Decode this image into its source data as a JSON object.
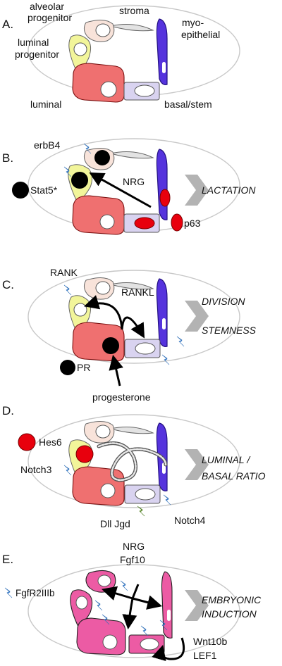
{
  "panels": {
    "a": {
      "letter": "A.",
      "labels": {
        "alveolar": "alveolar",
        "progenitor": "progenitor",
        "stroma": "stroma",
        "myo": "myo-",
        "epithelial": "epithelial",
        "luminal_progenitor_1": "luminal",
        "luminal_progenitor_2": "progenitor",
        "luminal": "luminal",
        "basal_stem": "basal/stem"
      }
    },
    "b": {
      "letter": "B.",
      "labels": {
        "erbB4": "erbB4",
        "stat5": "Stat5*",
        "nrg": "NRG",
        "p63": "p63"
      },
      "outcome": "LACTATION"
    },
    "c": {
      "letter": "C.",
      "labels": {
        "rank": "RANK",
        "rankl": "RANKL",
        "pr": "PR",
        "progesterone": "progesterone"
      },
      "outcome_1": "DIVISION",
      "outcome_2": "STEMNESS"
    },
    "d": {
      "letter": "D.",
      "labels": {
        "hes6": "Hes6",
        "notch3": "Notch3",
        "dll_jgd": "Dll Jgd",
        "notch4": "Notch4"
      },
      "outcome_1": "LUMINAL /",
      "outcome_2": "BASAL RATIO"
    },
    "e": {
      "letter": "E.",
      "labels": {
        "nrg": "NRG",
        "fgf10": "Fgf10",
        "fgfr2iiib": "FgfR2IIIb",
        "wnt10b": "Wnt10b",
        "lef1": "LEF1"
      },
      "outcome_1": "EMBRYONIC",
      "outcome_2": "INDUCTION"
    }
  },
  "colors": {
    "alveolar_progenitor": "#f8e3da",
    "luminal_progenitor": "#f2f59a",
    "luminal": "#ef7070",
    "stroma": "#e3e3e3",
    "myoepithelial": "#5533dd",
    "basal_stem": "#d9d3f0",
    "marker_black": "#000000",
    "marker_red": "#e8000d",
    "receptor_blue": "#4a90e2",
    "ligand_green": "#6aa030",
    "embryonic_pink": "#ec5ba4",
    "outcome_arrow": "#b3b3b3"
  },
  "icons": [
    "cell-shape",
    "nucleus",
    "receptor-bolt-icon",
    "chevron-arrow-icon",
    "curved-arrow-icon",
    "knot-icon"
  ]
}
